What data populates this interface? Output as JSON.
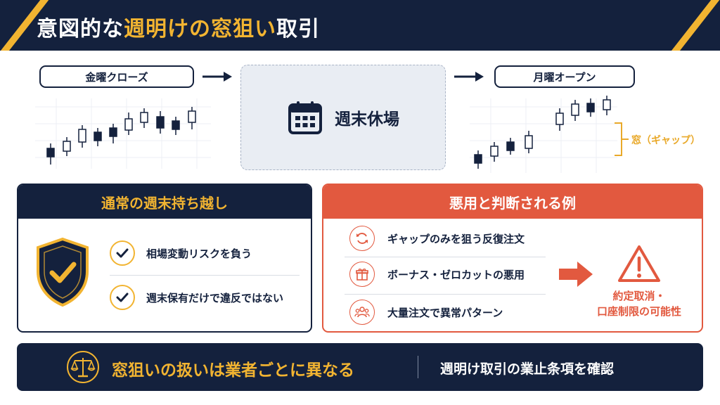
{
  "header": {
    "title_prefix": "意図的な",
    "title_accent": "週明けの窓狙い",
    "title_suffix": "取引"
  },
  "flow": {
    "friday_close": "金曜クローズ",
    "weekend_closed": "週末休場",
    "monday_open": "月曜オープン",
    "gap_label": "窓（ギャップ）"
  },
  "left_panel": {
    "title": "通常の週末持ち越し",
    "items": [
      "相場変動リスクを負う",
      "週末保有だけで違反ではない"
    ]
  },
  "right_panel": {
    "title": "悪用と判断される例",
    "items": [
      "ギャップのみを狙う反復注文",
      "ボーナス・ゼロカットの悪用",
      "大量注文で異常パターン"
    ],
    "result_line1": "約定取消・",
    "result_line2": "口座制限の可能性"
  },
  "footer": {
    "main": "窓狙いの扱いは業者ごとに異なる",
    "sub": "週明け取引の業止条項を確認"
  },
  "colors": {
    "navy": "#14213d",
    "gold": "#f2b431",
    "red": "#e2593f",
    "light_gray": "#e9edf3"
  },
  "icons": {
    "calendar": "calendar-icon",
    "shield": "shield-check-icon",
    "check": "check-icon",
    "refresh": "refresh-icon",
    "gift": "gift-icon",
    "people": "people-icon",
    "arrow": "arrow-right-icon",
    "warning": "warning-icon",
    "scale": "scale-icon"
  }
}
